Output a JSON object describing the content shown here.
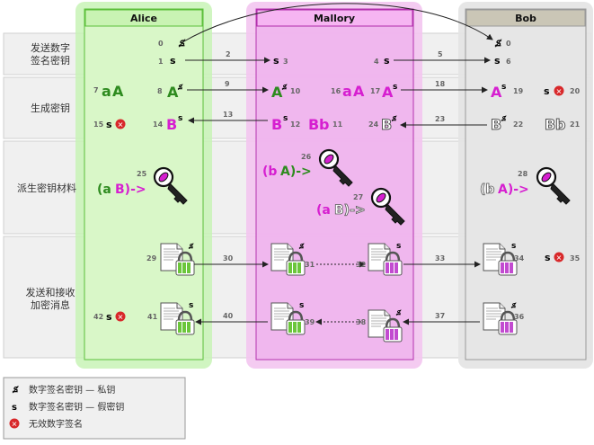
{
  "parties": {
    "alice": "Alice",
    "mallory": "Mallory",
    "bob": "Bob"
  },
  "rows": {
    "send_keys": [
      "发送数字",
      "签名密钥"
    ],
    "gen_keys": "生成密钥",
    "derive": "派生密钥材料",
    "messages": [
      "发送和接收",
      "加密消息"
    ]
  },
  "symbols": {
    "private_sig": "ꟍ",
    "public_sig": "s",
    "invalid": "✕"
  },
  "keys": {
    "alice_pair": [
      "a",
      "A"
    ],
    "mallory_pair": [
      "a",
      "A"
    ],
    "mallory_pair2": [
      "B",
      "b"
    ],
    "bob_pair": [
      "B",
      "b"
    ]
  },
  "derive_labels": {
    "alice": [
      "(a",
      "B)->"
    ],
    "mallory1": [
      "(b",
      "A)->"
    ],
    "mallory2": [
      "(a",
      "B)->"
    ],
    "bob": [
      "(b",
      "A)->"
    ]
  },
  "steps": [
    "0",
    "1",
    "2",
    "3",
    "4",
    "5",
    "6",
    "7",
    "8",
    "9",
    "10",
    "11",
    "12",
    "13",
    "14",
    "15",
    "16",
    "17",
    "18",
    "19",
    "20",
    "21",
    "22",
    "23",
    "24",
    "25",
    "26",
    "27",
    "28",
    "29",
    "30",
    "31",
    "32",
    "33",
    "34",
    "35",
    "36",
    "37",
    "38",
    "39",
    "40",
    "41",
    "42"
  ],
  "legend": {
    "private": "数字签名密钥 — 私钥",
    "public": "数字签名密钥 — 假密钥",
    "invalid": "无效数字签名"
  },
  "colors": {
    "alice_bg": "#d9f7c8",
    "alice_col": "#b8f0a8",
    "mallory_bg": "#f3c8f0",
    "mallory_col": "#f0a8ee",
    "bob_bg": "#e6e6e6",
    "green": "#2e8b1f",
    "magenta": "#d61fd0",
    "red": "#d8282a"
  }
}
